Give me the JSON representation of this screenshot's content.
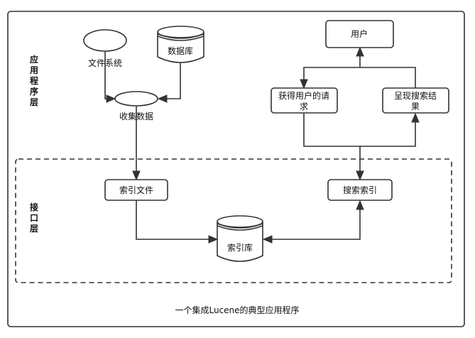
{
  "diagram": {
    "caption": "一个集成Lucene的典型应用程序",
    "layers": {
      "application": {
        "label": [
          "应",
          "用",
          "程",
          "序",
          "层"
        ]
      },
      "interface": {
        "label": [
          "接",
          "口",
          "层"
        ]
      }
    },
    "nodes": {
      "file_system": "文件系统",
      "database": "数据库",
      "collect_data": "收集数据",
      "user": "用户",
      "get_request": [
        "获得用户的请",
        "求"
      ],
      "present_results": [
        "呈现搜索结",
        "果"
      ],
      "index_files": "索引文件",
      "search_index": "搜索索引",
      "index_store": "索引库"
    },
    "edges": [
      {
        "from": "文件系统",
        "to": "收集数据"
      },
      {
        "from": "数据库",
        "to": "收集数据"
      },
      {
        "from": "收集数据",
        "to": "索引文件"
      },
      {
        "from": "索引文件",
        "to": "索引库"
      },
      {
        "from": "搜索索引",
        "to": "索引库"
      },
      {
        "from": "索引库",
        "to": "搜索索引"
      },
      {
        "from": "获得用户的请求",
        "to": "搜索索引"
      },
      {
        "from": "搜索索引",
        "to": "呈现搜索结果"
      },
      {
        "from": "呈现搜索结果",
        "to": "用户"
      },
      {
        "from": "用户",
        "to": "获得用户的请求"
      }
    ],
    "colors": {
      "stroke": "#333333",
      "fill": "#ffffff",
      "text": "#111111"
    }
  }
}
